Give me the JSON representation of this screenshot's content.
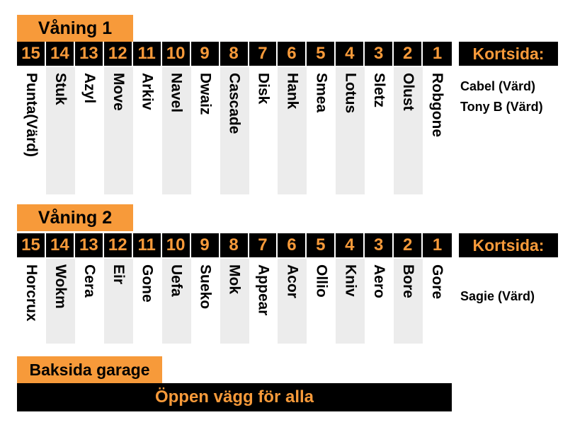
{
  "floors": [
    {
      "title": "Våning 1",
      "spots": [
        {
          "num": "15",
          "name": "Punta(Värd)"
        },
        {
          "num": "14",
          "name": "Stuk"
        },
        {
          "num": "13",
          "name": "Azyl"
        },
        {
          "num": "12",
          "name": "Move"
        },
        {
          "num": "11",
          "name": "Arkiv"
        },
        {
          "num": "10",
          "name": "Navel"
        },
        {
          "num": "9",
          "name": "Dwaiz"
        },
        {
          "num": "8",
          "name": "Cascade"
        },
        {
          "num": "7",
          "name": "Disk"
        },
        {
          "num": "6",
          "name": "Hank"
        },
        {
          "num": "5",
          "name": "Smea"
        },
        {
          "num": "4",
          "name": "Lotus"
        },
        {
          "num": "3",
          "name": "Sletz"
        },
        {
          "num": "2",
          "name": "Olust"
        },
        {
          "num": "1",
          "name": "Robgone"
        }
      ],
      "short_side_label": "Kortsida:",
      "short_side_names": [
        "Cabel (Värd)",
        "Tony B (Värd)"
      ]
    },
    {
      "title": "Våning 2",
      "spots": [
        {
          "num": "15",
          "name": "Horcrux"
        },
        {
          "num": "14",
          "name": "Wokm"
        },
        {
          "num": "13",
          "name": "Cera"
        },
        {
          "num": "12",
          "name": "Eir"
        },
        {
          "num": "11",
          "name": "Gone"
        },
        {
          "num": "10",
          "name": "Uefa"
        },
        {
          "num": "9",
          "name": "Sueko"
        },
        {
          "num": "8",
          "name": "Mok"
        },
        {
          "num": "7",
          "name": "Appear"
        },
        {
          "num": "6",
          "name": "Acor"
        },
        {
          "num": "5",
          "name": "Ollio"
        },
        {
          "num": "4",
          "name": "Kniv"
        },
        {
          "num": "3",
          "name": "Aero"
        },
        {
          "num": "2",
          "name": "Bore"
        },
        {
          "num": "1",
          "name": "Gore"
        }
      ],
      "short_side_label": "Kortsida:",
      "short_side_names": [
        "Sagie (Värd)"
      ]
    }
  ],
  "garage": {
    "title": "Baksida garage",
    "banner": "Öppen vägg för alla"
  },
  "colors": {
    "accent": "#f79a3a",
    "bar": "#000000",
    "shade": "#ececec"
  }
}
